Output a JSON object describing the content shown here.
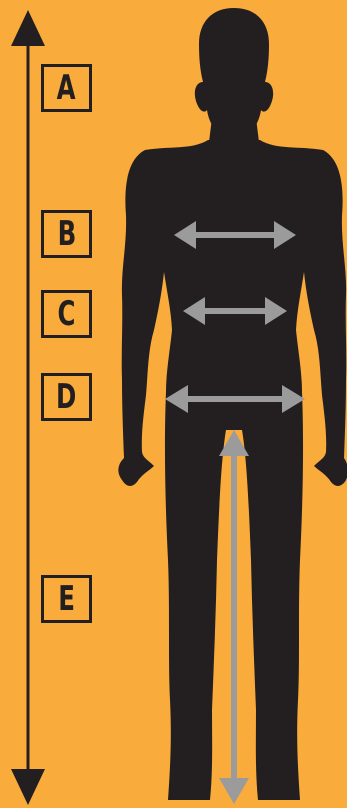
{
  "labels": {
    "a": "A",
    "b": "B",
    "c": "C",
    "d": "D",
    "e": "E"
  },
  "colors": {
    "background": "#f9ab3c",
    "silhouette": "#231f20",
    "arrow": "#9b9b9b"
  },
  "icons": {
    "height_arrow": "double-arrow-vertical-icon",
    "chest_arrow": "double-arrow-horizontal-icon",
    "waist_arrow": "double-arrow-horizontal-icon",
    "hip_arrow": "double-arrow-horizontal-icon",
    "inseam_arrow": "double-arrow-vertical-icon",
    "body": "human-silhouette-icon"
  }
}
